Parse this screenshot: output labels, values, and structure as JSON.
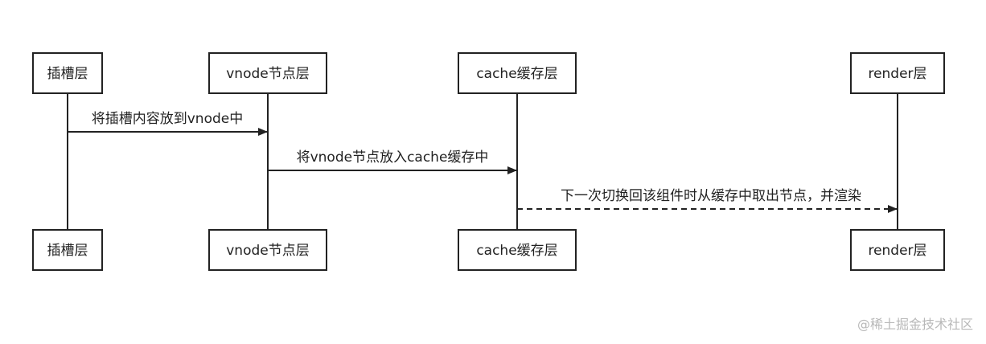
{
  "participants": [
    {
      "id": "slot",
      "label": "插槽层"
    },
    {
      "id": "vnode",
      "label": "vnode节点层"
    },
    {
      "id": "cache",
      "label": "cache缓存层"
    },
    {
      "id": "render",
      "label": "render层"
    }
  ],
  "messages": [
    {
      "from": "slot",
      "to": "vnode",
      "label": "将插槽内容放到vnode中",
      "style": "solid"
    },
    {
      "from": "vnode",
      "to": "cache",
      "label": "将vnode节点放入cache缓存中",
      "style": "solid"
    },
    {
      "from": "cache",
      "to": "render",
      "label": "下一次切换回该组件时从缓存中取出节点，并渲染",
      "style": "dashed"
    }
  ],
  "watermark": "@稀土掘金技术社区",
  "colors": {
    "line": "#222222",
    "text": "#222222",
    "watermark": "#b8b8b8"
  }
}
